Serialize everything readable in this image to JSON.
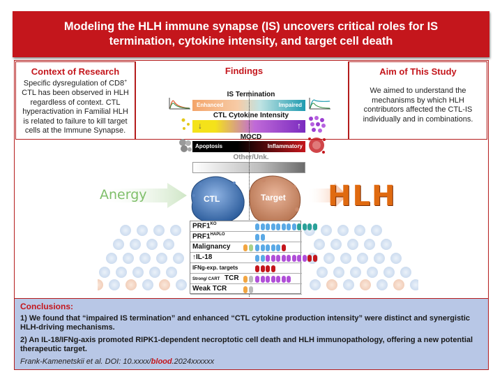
{
  "header": {
    "title": "Modeling the HLH immune synapse (IS) uncovers critical roles for IS termination, cytokine intensity, and target cell death"
  },
  "context": {
    "title": "Context of Research",
    "text_1": "Specific dysregulation of CD8",
    "text_sup": "+",
    "text_2": " CTL has been observed in HLH regardless of context. CTL hyperactivation in Familial HLH is related to failure to kill target cells at the Immune Synapse."
  },
  "findings": {
    "title": "Findings",
    "is_termination": {
      "title": "IS Termination",
      "left": "Enhanced",
      "right": "Impaired"
    },
    "cytokine": {
      "title": "CTL Cytokine Intensity",
      "arrow_down": "↓",
      "arrow_up": "↑"
    },
    "mocd": {
      "title": "MOCD",
      "left": "Apoptosis",
      "right": "Inflammatory"
    },
    "other": {
      "title": "Other/Unk."
    },
    "anergy": "Anergy",
    "ctl": "CTL",
    "target": "Target",
    "hlh": "HLH"
  },
  "aim": {
    "title": "Aim of This Study",
    "text": "We aimed to understand the mechanisms by which HLH contributors affected the CTL-IS individually and in combinations."
  },
  "table": {
    "rows": [
      {
        "label": "PRF1",
        "sup": "KO",
        "pills": [
          "#5aa9e6",
          "#5aa9e6",
          "#5aa9e6",
          "#5aa9e6",
          "#5aa9e6",
          "#5aa9e6",
          "#5aa9e6",
          "#5aa9e6",
          "#2aa198",
          "#2aa198",
          "#2aa198",
          "#2aa198"
        ]
      },
      {
        "label": "PRF1",
        "sup": "HAPLO",
        "pills": [
          "#5aa9e6",
          "#5aa9e6"
        ]
      },
      {
        "label": "Malignancy",
        "sup": "",
        "pills": [
          "#5aa9e6",
          "#5aa9e6",
          "#5aa9e6",
          "#5aa9e6",
          "#5aa9e6",
          "#c4161c"
        ],
        "pre": [
          "#f2a541",
          "#a9d18e"
        ]
      },
      {
        "label": "↑IL-18",
        "sup": "",
        "pills": [
          "#5aa9e6",
          "#5aa9e6",
          "#b04fd8",
          "#b04fd8",
          "#b04fd8",
          "#b04fd8",
          "#b04fd8",
          "#b04fd8",
          "#b04fd8",
          "#b04fd8",
          "#c4161c",
          "#c4161c"
        ]
      },
      {
        "label": "IFNg-exp. targets",
        "sup": "",
        "pills": [
          "#c4161c",
          "#c4161c",
          "#c4161c",
          "#c4161c"
        ]
      },
      {
        "label": "Strong/ CART",
        "sup": "",
        "label2": "TCR",
        "pills": [
          "#b04fd8",
          "#b04fd8",
          "#b04fd8",
          "#b04fd8",
          "#b04fd8",
          "#b04fd8",
          "#b04fd8"
        ],
        "pre": [
          "#f2a541",
          "#bbbbbb"
        ]
      },
      {
        "label": "Weak TCR",
        "sup": "",
        "pills": [],
        "pre": [
          "#f2a541",
          "#bbbbbb"
        ]
      }
    ]
  },
  "conclusions": {
    "title": "Conclusions:",
    "p1": "1) We found that “impaired IS termination” and enhanced “CTL cytokine production intensity” were distinct and synergistic HLH-driving mechanisms.",
    "p2": "2) An IL-18/IFNg-axis promoted RIPK1-dependent necroptotic cell death and HLH immunopathology, offering a new potential therapeutic target.",
    "citation_1": "Frank-Kamenetskii et al. DOI: 10.xxxx/",
    "citation_journal": "blood",
    "citation_2": ".2024xxxxxx"
  }
}
